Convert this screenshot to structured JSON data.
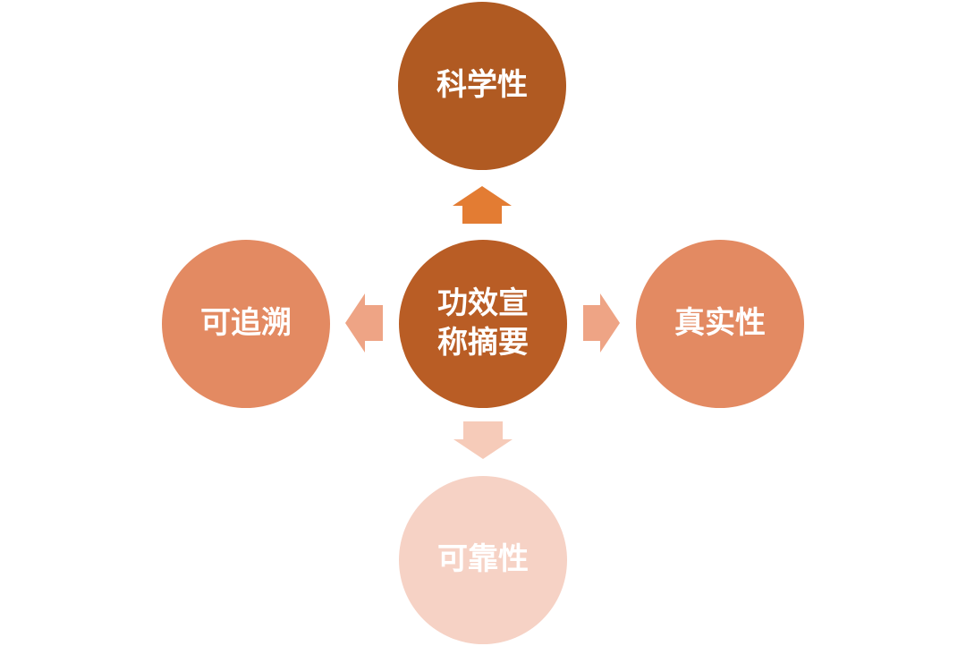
{
  "diagram": {
    "center": {
      "label": "功效宣\n称摘要",
      "color": "#b95d25"
    },
    "top": {
      "label": "科学性",
      "color": "#b05a22"
    },
    "left": {
      "label": "可追溯",
      "color": "#e38a62"
    },
    "right": {
      "label": "真实性",
      "color": "#e38a62"
    },
    "bottom": {
      "label": "可靠性",
      "color": "#f6d2c5"
    }
  },
  "arrows": {
    "up": {
      "color": "#e37c33"
    },
    "left": {
      "color": "#eea485"
    },
    "right": {
      "color": "#eea485"
    },
    "down": {
      "color": "#f6cbb9"
    }
  }
}
